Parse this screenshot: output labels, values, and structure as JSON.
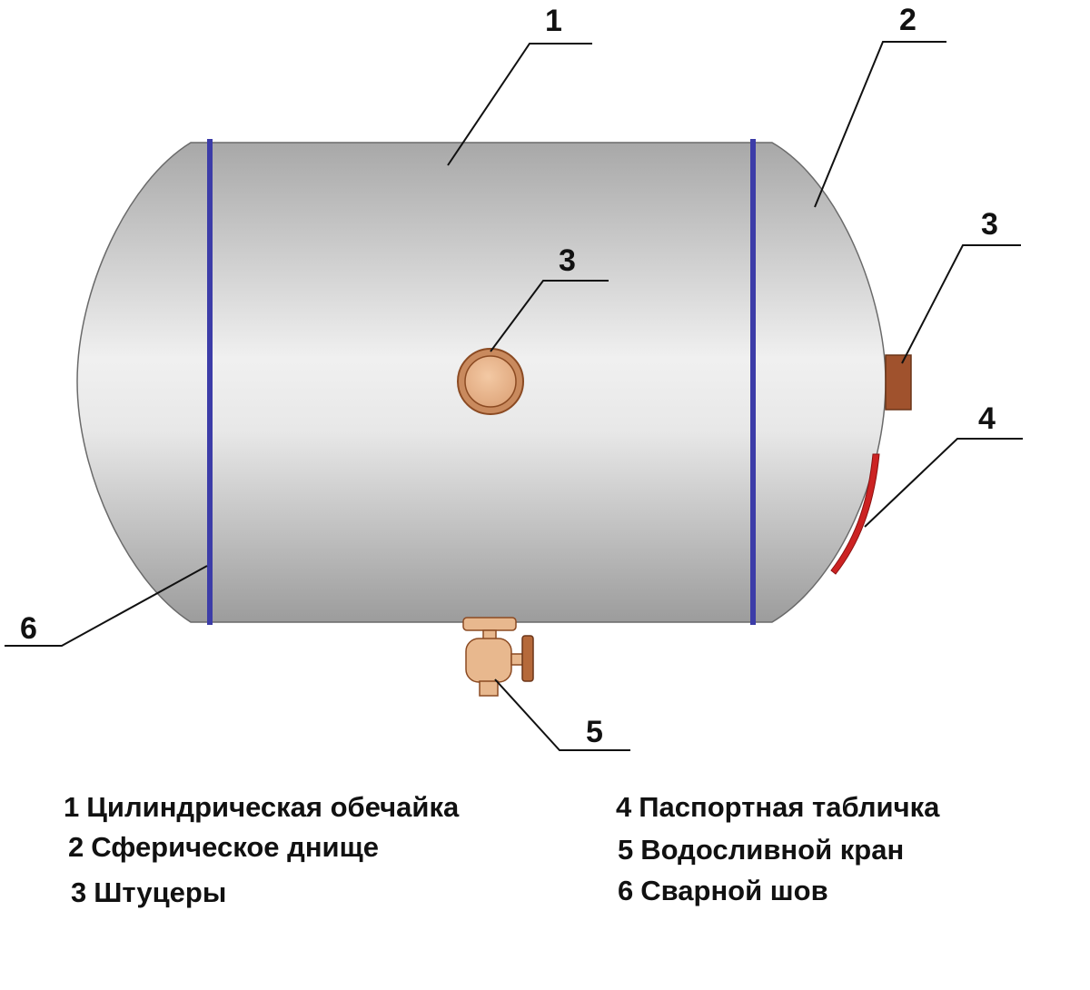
{
  "callouts": [
    "1",
    "2",
    "3",
    "3",
    "4",
    "5",
    "6"
  ],
  "legend": [
    {
      "num": "1",
      "text": "Цилиндрическая обечайка"
    },
    {
      "num": "2",
      "text": "Сферическое днище"
    },
    {
      "num": "3",
      "text": "Штуцеры"
    },
    {
      "num": "4",
      "text": "Паспортная табличка"
    },
    {
      "num": "5",
      "text": "Водосливной кран"
    },
    {
      "num": "6",
      "text": "Сварной шов"
    }
  ],
  "colors": {
    "shell_dark": "#9a9a9a",
    "shell_light": "#f2f2f2",
    "weld_seam": "#3c3ca8",
    "fitting": "#e6b08a",
    "fitting_outline": "#a0522d",
    "side_fitting": "#a0522d",
    "nameplate": "#cc2222",
    "valve": "#e8b88e"
  }
}
